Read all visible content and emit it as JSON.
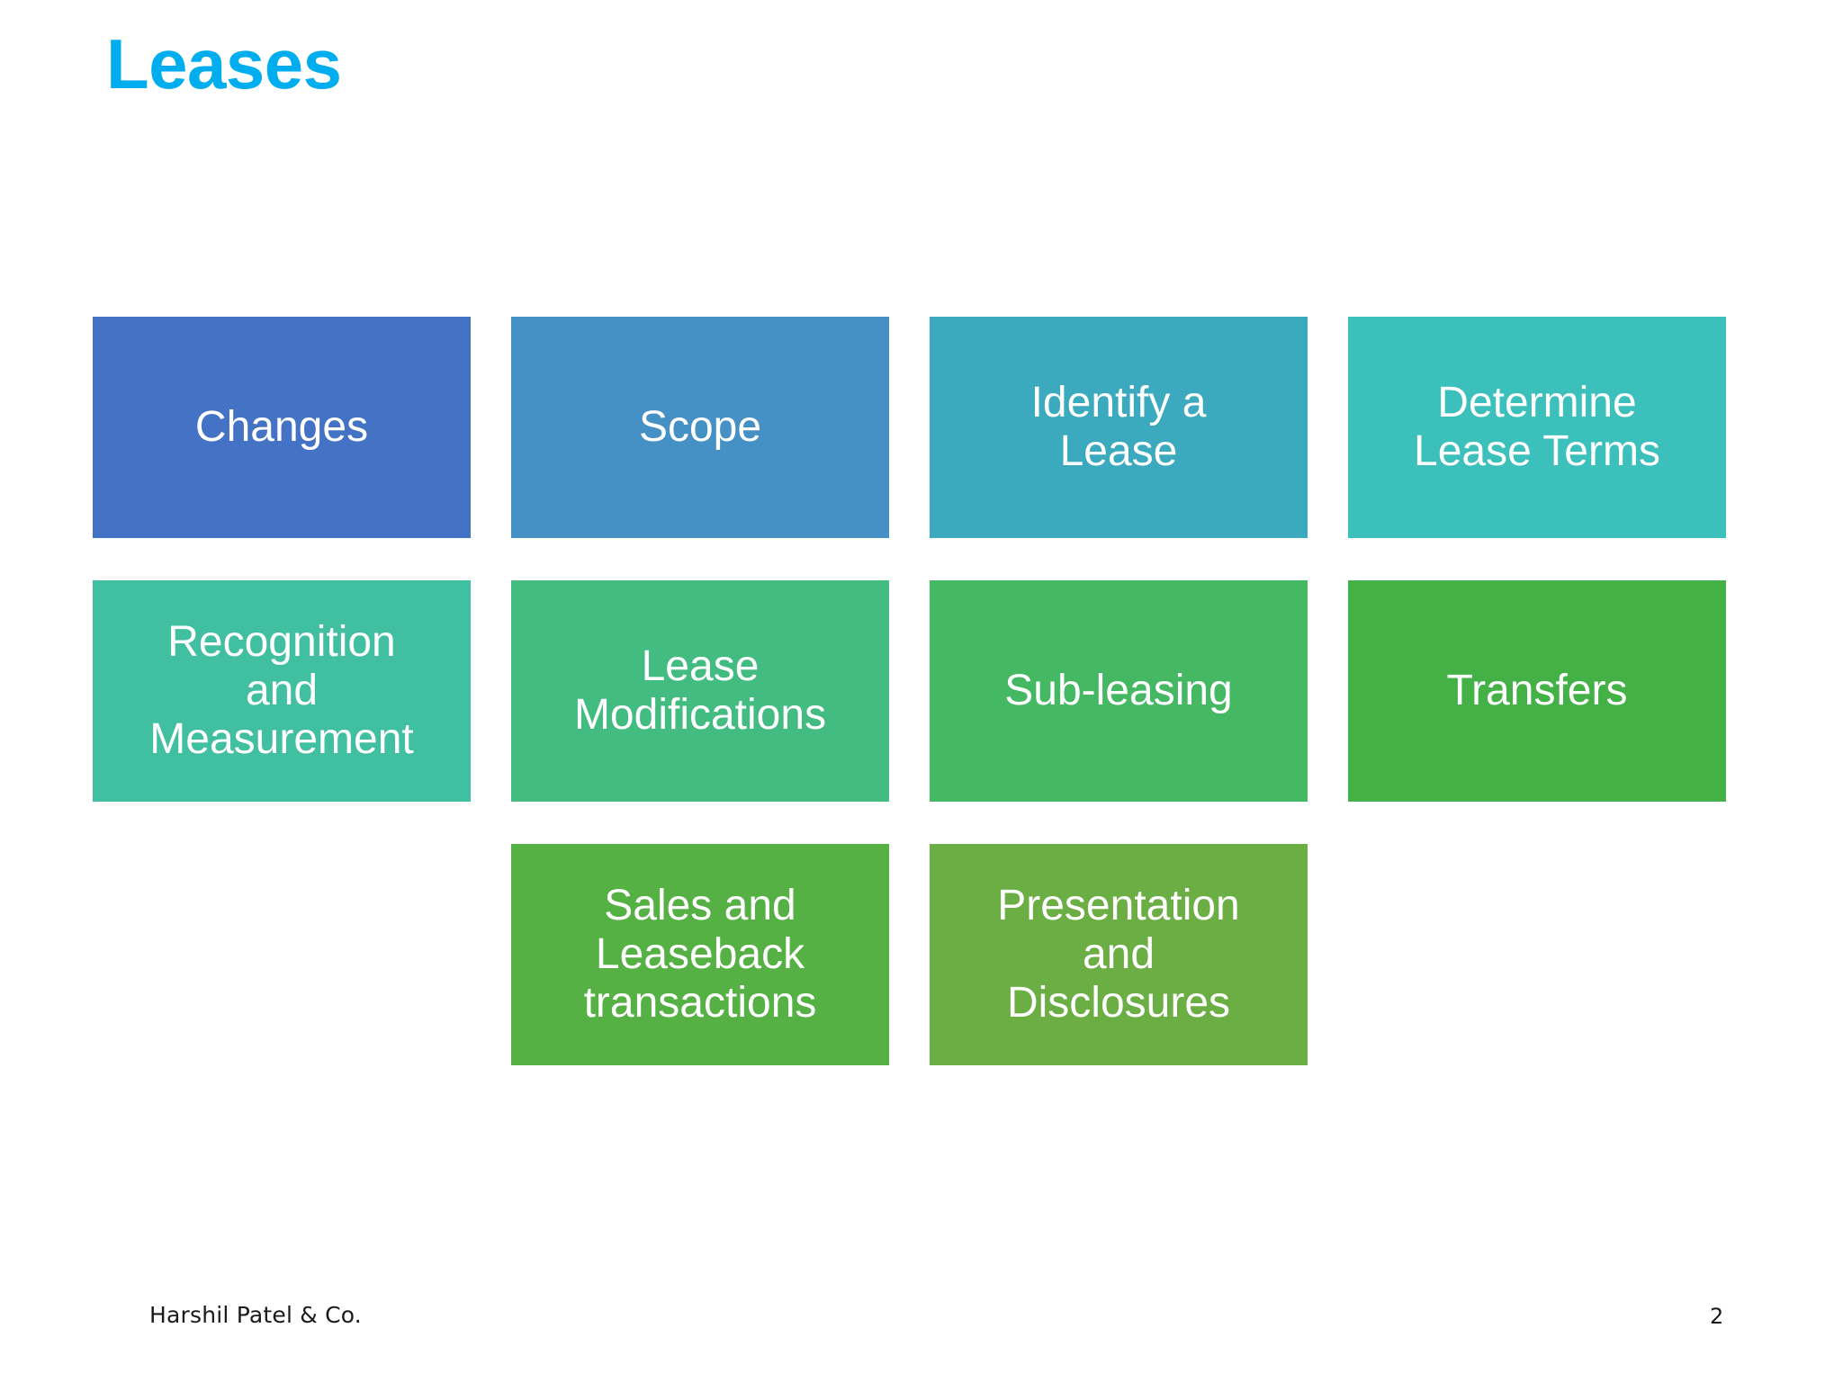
{
  "slide": {
    "title": "Leases",
    "title_color": "#00AEEF",
    "background_color": "#FFFFFF",
    "page_number": "2",
    "footer_text": "Harshil Patel & Co."
  },
  "grid": {
    "rows": [
      {
        "cells": [
          {
            "label": "Changes",
            "color": "#4472C4"
          },
          {
            "label": "Scope",
            "color": "#4590C4"
          },
          {
            "label": "Identify a\nLease",
            "color": "#3BA9BE"
          },
          {
            "label": "Determine\nLease Terms",
            "color": "#3CC0BB"
          }
        ]
      },
      {
        "cells": [
          {
            "label": "Recognition\nand\nMeasurement",
            "color": "#40BFA1"
          },
          {
            "label": "Lease\nModifications",
            "color": "#42BC81"
          },
          {
            "label": "Sub-leasing",
            "color": "#44B863"
          },
          {
            "label": "Transfers",
            "color": "#43B145"
          }
        ]
      },
      {
        "cells": [
          {
            "label": "",
            "color": "transparent",
            "empty": true
          },
          {
            "label": "Sales and\nLeaseback\ntransactions",
            "color": "#56B144"
          },
          {
            "label": "Presentation\nand\nDisclosures",
            "color": "#6BAE43"
          },
          {
            "label": "",
            "color": "transparent",
            "empty": true
          }
        ]
      }
    ]
  }
}
